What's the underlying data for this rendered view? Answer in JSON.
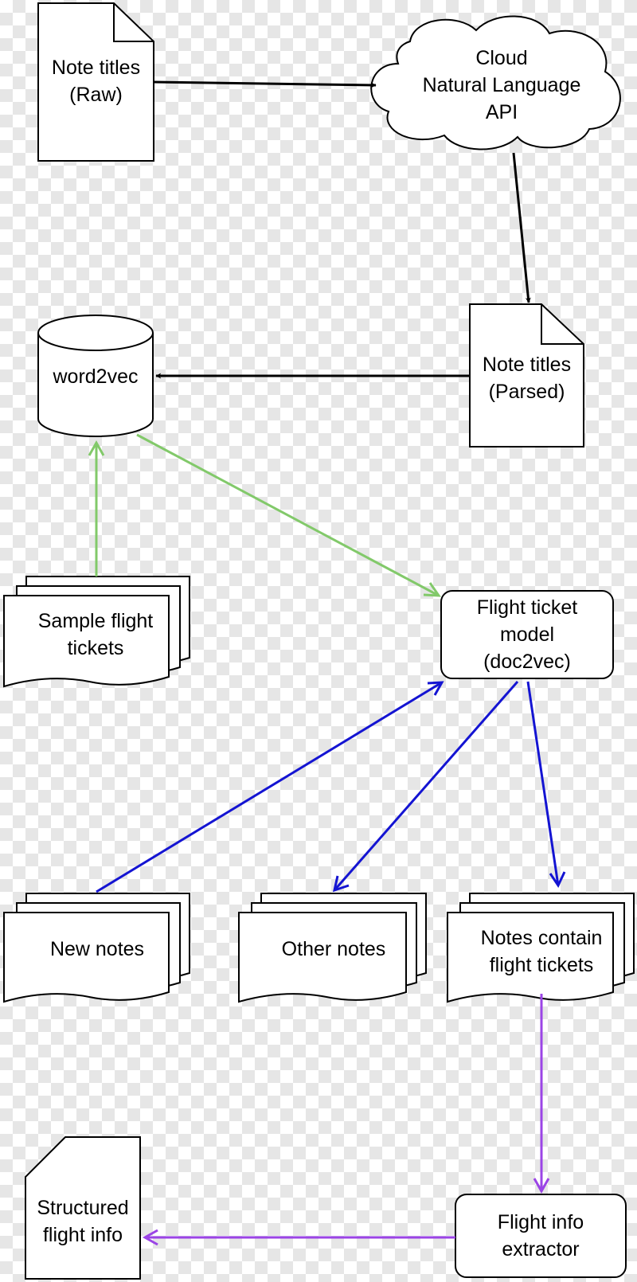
{
  "nodes": {
    "note_titles_raw": {
      "lines": [
        "Note titles",
        "(Raw)"
      ]
    },
    "cloud_nl_api": {
      "lines": [
        "Cloud",
        "Natural Language",
        "API"
      ]
    },
    "note_titles_parsed": {
      "lines": [
        "Note titles",
        "(Parsed)"
      ]
    },
    "word2vec": {
      "lines": [
        "word2vec"
      ]
    },
    "sample_tickets": {
      "lines": [
        "Sample flight",
        "tickets"
      ]
    },
    "ticket_model": {
      "lines": [
        "Flight ticket",
        "model",
        "(doc2vec)"
      ]
    },
    "new_notes": {
      "lines": [
        "New notes"
      ]
    },
    "other_notes": {
      "lines": [
        "Other notes"
      ]
    },
    "notes_tickets": {
      "lines": [
        "Notes contain",
        "flight tickets"
      ]
    },
    "structured_info": {
      "lines": [
        "Structured",
        "flight info"
      ]
    },
    "info_extractor": {
      "lines": [
        "Flight info",
        "extractor"
      ]
    }
  },
  "colors": {
    "black_edge": "#000000",
    "green_edge": "#82c96a",
    "blue_edge": "#1414d2",
    "purple_edge": "#9b44e6"
  }
}
